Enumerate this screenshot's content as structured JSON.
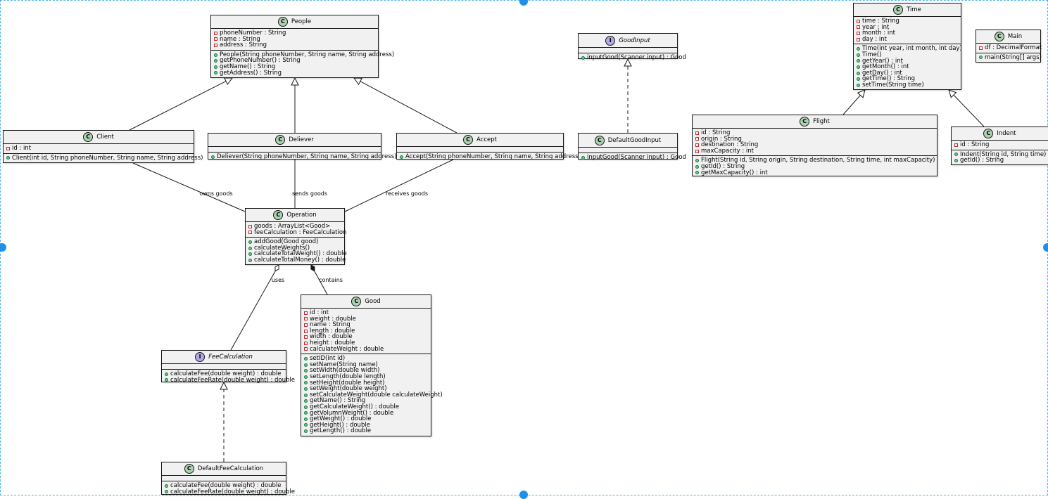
{
  "colors": {
    "class_badge": "#add1b2",
    "interface_badge": "#b4a7e5",
    "private_marker": "#c82930",
    "public_marker": "#84be84",
    "box_fill": "#f1f1f1",
    "selection_border": "#4db3ea",
    "selection_handle": "#1e90e8"
  },
  "classes": [
    {
      "id": "People",
      "kind": "class",
      "name": "People",
      "fields": [
        {
          "vis": "private",
          "text": "phoneNumber : String"
        },
        {
          "vis": "private",
          "text": "name : String"
        },
        {
          "vis": "private",
          "text": "address : String"
        }
      ],
      "methods": [
        {
          "vis": "public",
          "text": "People(String phoneNumber, String name, String address)"
        },
        {
          "vis": "public",
          "text": "getPhoneNumber() : String"
        },
        {
          "vis": "public",
          "text": "getName() : String"
        },
        {
          "vis": "public",
          "text": "getAddress() : String"
        }
      ]
    },
    {
      "id": "Client",
      "kind": "class",
      "name": "Client",
      "fields": [
        {
          "vis": "private",
          "text": "id : int"
        }
      ],
      "methods": [
        {
          "vis": "public",
          "text": "Client(int id, String phoneNumber, String name, String address)"
        }
      ]
    },
    {
      "id": "Deliever",
      "kind": "class",
      "name": "Deliever",
      "fields": [],
      "methods": [
        {
          "vis": "public",
          "text": "Deliever(String phoneNumber, String name, String address)"
        }
      ]
    },
    {
      "id": "Accept",
      "kind": "class",
      "name": "Accept",
      "fields": [],
      "methods": [
        {
          "vis": "public",
          "text": "Accept(String phoneNumber, String name, String address)"
        }
      ]
    },
    {
      "id": "Operation",
      "kind": "class",
      "name": "Operation",
      "fields": [
        {
          "vis": "private",
          "text": "goods : ArrayList<Good>"
        },
        {
          "vis": "private",
          "text": "feeCalculation : FeeCalculation"
        }
      ],
      "methods": [
        {
          "vis": "public",
          "text": "addGood(Good good)"
        },
        {
          "vis": "public",
          "text": "calculateWeights()"
        },
        {
          "vis": "public",
          "text": "calculateTotalWeight() : double"
        },
        {
          "vis": "public",
          "text": "calculateTotalMoney() : double"
        }
      ]
    },
    {
      "id": "Good",
      "kind": "class",
      "name": "Good",
      "fields": [
        {
          "vis": "private",
          "text": "id : int"
        },
        {
          "vis": "private",
          "text": "weight : double"
        },
        {
          "vis": "private",
          "text": "name : String"
        },
        {
          "vis": "private",
          "text": "length : double"
        },
        {
          "vis": "private",
          "text": "width : double"
        },
        {
          "vis": "private",
          "text": "height : double"
        },
        {
          "vis": "private",
          "text": "calculateWeight : double"
        }
      ],
      "methods": [
        {
          "vis": "public",
          "text": "setID(int id)"
        },
        {
          "vis": "public",
          "text": "setName(String name)"
        },
        {
          "vis": "public",
          "text": "setWidth(double width)"
        },
        {
          "vis": "public",
          "text": "setLength(double length)"
        },
        {
          "vis": "public",
          "text": "setHeight(double height)"
        },
        {
          "vis": "public",
          "text": "setWeight(double weight)"
        },
        {
          "vis": "public",
          "text": "setCalculateWeight(double calculateWeight)"
        },
        {
          "vis": "public",
          "text": "getName() : String"
        },
        {
          "vis": "public",
          "text": "getCalculateWeight() : double"
        },
        {
          "vis": "public",
          "text": "getVolumnWeight() : double"
        },
        {
          "vis": "public",
          "text": "getWeight() : double"
        },
        {
          "vis": "public",
          "text": "getHeight() : double"
        },
        {
          "vis": "public",
          "text": "getLength() : double"
        }
      ]
    },
    {
      "id": "FeeCalculation",
      "kind": "interface",
      "name": "FeeCalculation",
      "fields": [],
      "methods": [
        {
          "vis": "public",
          "text": "calculateFee(double weight) : double"
        },
        {
          "vis": "public",
          "text": "calculateFeeRate(double weight) : double"
        }
      ]
    },
    {
      "id": "DefaultFeeCalculation",
      "kind": "class",
      "name": "DefaultFeeCalculation",
      "fields": [],
      "methods": [
        {
          "vis": "public",
          "text": "calculateFee(double weight) : double"
        },
        {
          "vis": "public",
          "text": "calculateFeeRate(double weight) : double"
        }
      ]
    },
    {
      "id": "GoodInput",
      "kind": "interface",
      "name": "GoodInput",
      "fields": [],
      "methods": [
        {
          "vis": "public",
          "text": "inputGood(Scanner input) : Good"
        }
      ]
    },
    {
      "id": "DefaultGoodInput",
      "kind": "class",
      "name": "DefaultGoodInput",
      "fields": [],
      "methods": [
        {
          "vis": "public",
          "text": "inputGood(Scanner input) : Good"
        }
      ]
    },
    {
      "id": "Time",
      "kind": "class",
      "name": "Time",
      "fields": [
        {
          "vis": "private",
          "text": "time : String"
        },
        {
          "vis": "private",
          "text": "year : int"
        },
        {
          "vis": "private",
          "text": "month : int"
        },
        {
          "vis": "private",
          "text": "day : int"
        }
      ],
      "methods": [
        {
          "vis": "public",
          "text": "Time(int year, int month, int day)"
        },
        {
          "vis": "public",
          "text": "Time()"
        },
        {
          "vis": "public",
          "text": "getYear() : int"
        },
        {
          "vis": "public",
          "text": "getMonth() : int"
        },
        {
          "vis": "public",
          "text": "getDay() : int"
        },
        {
          "vis": "public",
          "text": "getTime() : String"
        },
        {
          "vis": "public",
          "text": "setTime(String time)"
        }
      ]
    },
    {
      "id": "Main",
      "kind": "class",
      "name": "Main",
      "fields": [
        {
          "vis": "private",
          "text": "df : DecimalFormat"
        }
      ],
      "methods": [
        {
          "vis": "public",
          "text": "main(String[] args)"
        }
      ]
    },
    {
      "id": "Flight",
      "kind": "class",
      "name": "Flight",
      "fields": [
        {
          "vis": "private",
          "text": "id : String"
        },
        {
          "vis": "private",
          "text": "origin : String"
        },
        {
          "vis": "private",
          "text": "destination : String"
        },
        {
          "vis": "private",
          "text": "maxCapacity : int"
        }
      ],
      "methods": [
        {
          "vis": "public",
          "text": "Flight(String id, String origin, String destination, String time, int maxCapacity)"
        },
        {
          "vis": "public",
          "text": "getId() : String"
        },
        {
          "vis": "public",
          "text": "getMaxCapacity() : int"
        }
      ]
    },
    {
      "id": "Indent",
      "kind": "class",
      "name": "Indent",
      "fields": [
        {
          "vis": "private",
          "text": "id : String"
        }
      ],
      "methods": [
        {
          "vis": "public",
          "text": "Indent(String id, String time)"
        },
        {
          "vis": "public",
          "text": "getId() : String"
        }
      ]
    }
  ],
  "relations": [
    {
      "id": "client-people",
      "from": "Client",
      "to": "People",
      "type": "inheritance",
      "label": ""
    },
    {
      "id": "deliever-people",
      "from": "Deliever",
      "to": "People",
      "type": "inheritance",
      "label": ""
    },
    {
      "id": "accept-people",
      "from": "Accept",
      "to": "People",
      "type": "inheritance",
      "label": ""
    },
    {
      "id": "client-operation",
      "from": "Client",
      "to": "Operation",
      "type": "association",
      "label": "owns goods"
    },
    {
      "id": "deliever-operation",
      "from": "Deliever",
      "to": "Operation",
      "type": "association",
      "label": "sends goods"
    },
    {
      "id": "accept-operation",
      "from": "Accept",
      "to": "Operation",
      "type": "association",
      "label": "receives goods"
    },
    {
      "id": "operation-feecalc",
      "from": "Operation",
      "to": "FeeCalculation",
      "type": "aggregation",
      "label": "uses"
    },
    {
      "id": "operation-good",
      "from": "Operation",
      "to": "Good",
      "type": "composition",
      "label": "contains"
    },
    {
      "id": "defaultfee-feecalc",
      "from": "DefaultFeeCalculation",
      "to": "FeeCalculation",
      "type": "realization",
      "label": ""
    },
    {
      "id": "defaultinput-goodinput",
      "from": "DefaultGoodInput",
      "to": "GoodInput",
      "type": "realization",
      "label": ""
    },
    {
      "id": "flight-time",
      "from": "Flight",
      "to": "Time",
      "type": "inheritance",
      "label": ""
    },
    {
      "id": "indent-time",
      "from": "Indent",
      "to": "Time",
      "type": "inheritance",
      "label": ""
    }
  ]
}
